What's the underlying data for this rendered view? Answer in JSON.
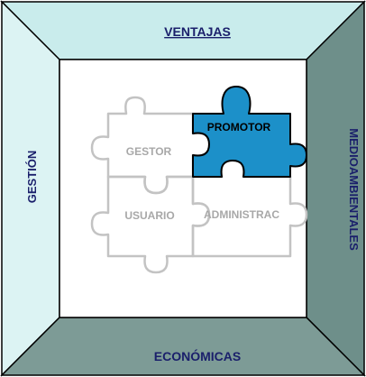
{
  "frame": {
    "top_label": "VENTAJAS",
    "bottom_label": "ECONÓMICAS",
    "left_label": "GESTIÓN",
    "right_label": "MEDIOAMBIENTALES",
    "colors": {
      "top": "#c9ecec",
      "left": "#dcf3f3",
      "right": "#6e8f8a",
      "bottom": "#7d9b96",
      "outline": "#000000",
      "label": "#1a1f6b"
    }
  },
  "puzzle": {
    "pieces": [
      {
        "id": "gestor",
        "label": "GESTOR",
        "highlighted": false
      },
      {
        "id": "promotor",
        "label": "PROMOTOR",
        "highlighted": true
      },
      {
        "id": "usuario",
        "label": "USUARIO",
        "highlighted": false
      },
      {
        "id": "administrac",
        "label": "ADMINISTRAC",
        "highlighted": false
      }
    ],
    "colors": {
      "highlight_fill": "#1c90c9",
      "highlight_stroke": "#000000",
      "inactive_stroke": "#c3c3c3",
      "inactive_text": "#a8a8a8",
      "highlight_text": "#000000"
    }
  }
}
